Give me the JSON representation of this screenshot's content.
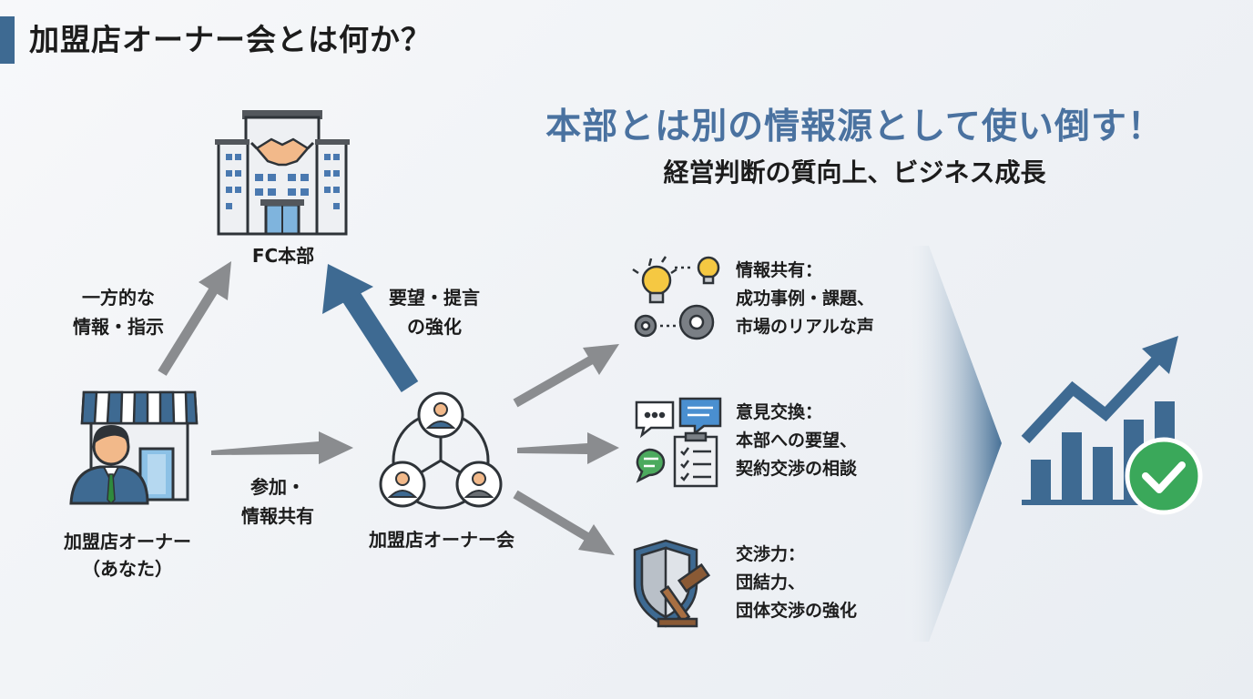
{
  "header": {
    "title": "加盟店オーナー会とは何か？"
  },
  "headline": {
    "main": "本部とは別の情報源として使い倒す！",
    "sub": "経営判断の質向上、ビジネス成長"
  },
  "nodes": {
    "hq": "FC本部",
    "owner": [
      "加盟店オーナー",
      "（あなた）"
    ],
    "association": "加盟店オーナー会"
  },
  "edges": {
    "one_way": [
      "一方的な",
      "情報・指示"
    ],
    "demands": [
      "要望・提言",
      "の強化"
    ],
    "participation": [
      "参加・",
      "情報共有"
    ]
  },
  "benefits": [
    {
      "title": "情報共有：",
      "lines": [
        "成功事例・課題、",
        "市場のリアルな声"
      ],
      "icon": "lightbulb-gears-icon"
    },
    {
      "title": "意見交換：",
      "lines": [
        "本部への要望、",
        "契約交渉の相談"
      ],
      "icon": "chat-clipboard-icon"
    },
    {
      "title": "交渉力：",
      "lines": [
        "団結力、",
        "団体交渉の強化"
      ],
      "icon": "shield-gavel-icon"
    }
  ],
  "colors": {
    "accent": "#3e6a92",
    "headline": "#4a72a0",
    "arrow_gray": "#8a8c8f",
    "check_green": "#3aa85a"
  }
}
